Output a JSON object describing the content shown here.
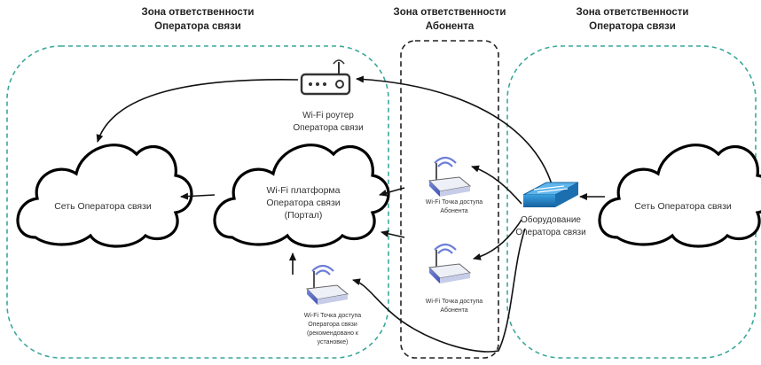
{
  "zones": {
    "left": {
      "title_line1": "Зона ответственности",
      "title_line2": "Оператора связи"
    },
    "middle": {
      "title_line1": "Зона ответственности",
      "title_line2": "Абонента"
    },
    "right": {
      "title_line1": "Зона ответственности",
      "title_line2": "Оператора связи"
    }
  },
  "nodes": {
    "operator_network_left": {
      "label": "Сеть Оператора связи"
    },
    "wifi_platform": {
      "line1": "Wi-Fi платформа",
      "line2": "Оператора связи",
      "line3": "(Портал)"
    },
    "operator_network_right": {
      "label": "Сеть Оператора связи"
    },
    "wifi_router": {
      "line1": "Wi-Fi роутер",
      "line2": "Оператора связи"
    },
    "subscriber_ap_top": {
      "line1": "Wi-Fi Точка доступа",
      "line2": "Абонента"
    },
    "subscriber_ap_bottom": {
      "line1": "Wi-Fi Точка доступа",
      "line2": "Абонента"
    },
    "operator_equipment": {
      "line1": "Оборудование",
      "line2": "Оператора связи"
    },
    "operator_ap": {
      "line1": "Wi-Fi Точка доступа",
      "line2": "Оператора связи",
      "line3": "(рекомендовано к",
      "line4": "установке)"
    }
  },
  "colors": {
    "operator_zone_border": "#3aa89a",
    "subscriber_zone_border": "#222222",
    "cloud_stroke": "#000000",
    "arrow": "#111111",
    "switch_fill": "#1f77b4",
    "ap_fill": "#5a6fd0",
    "router_stroke": "#333333"
  },
  "icons": {
    "router": "router-icon",
    "access_point": "wifi-access-point-icon",
    "switch": "network-switch-icon",
    "cloud": "cloud-icon"
  }
}
